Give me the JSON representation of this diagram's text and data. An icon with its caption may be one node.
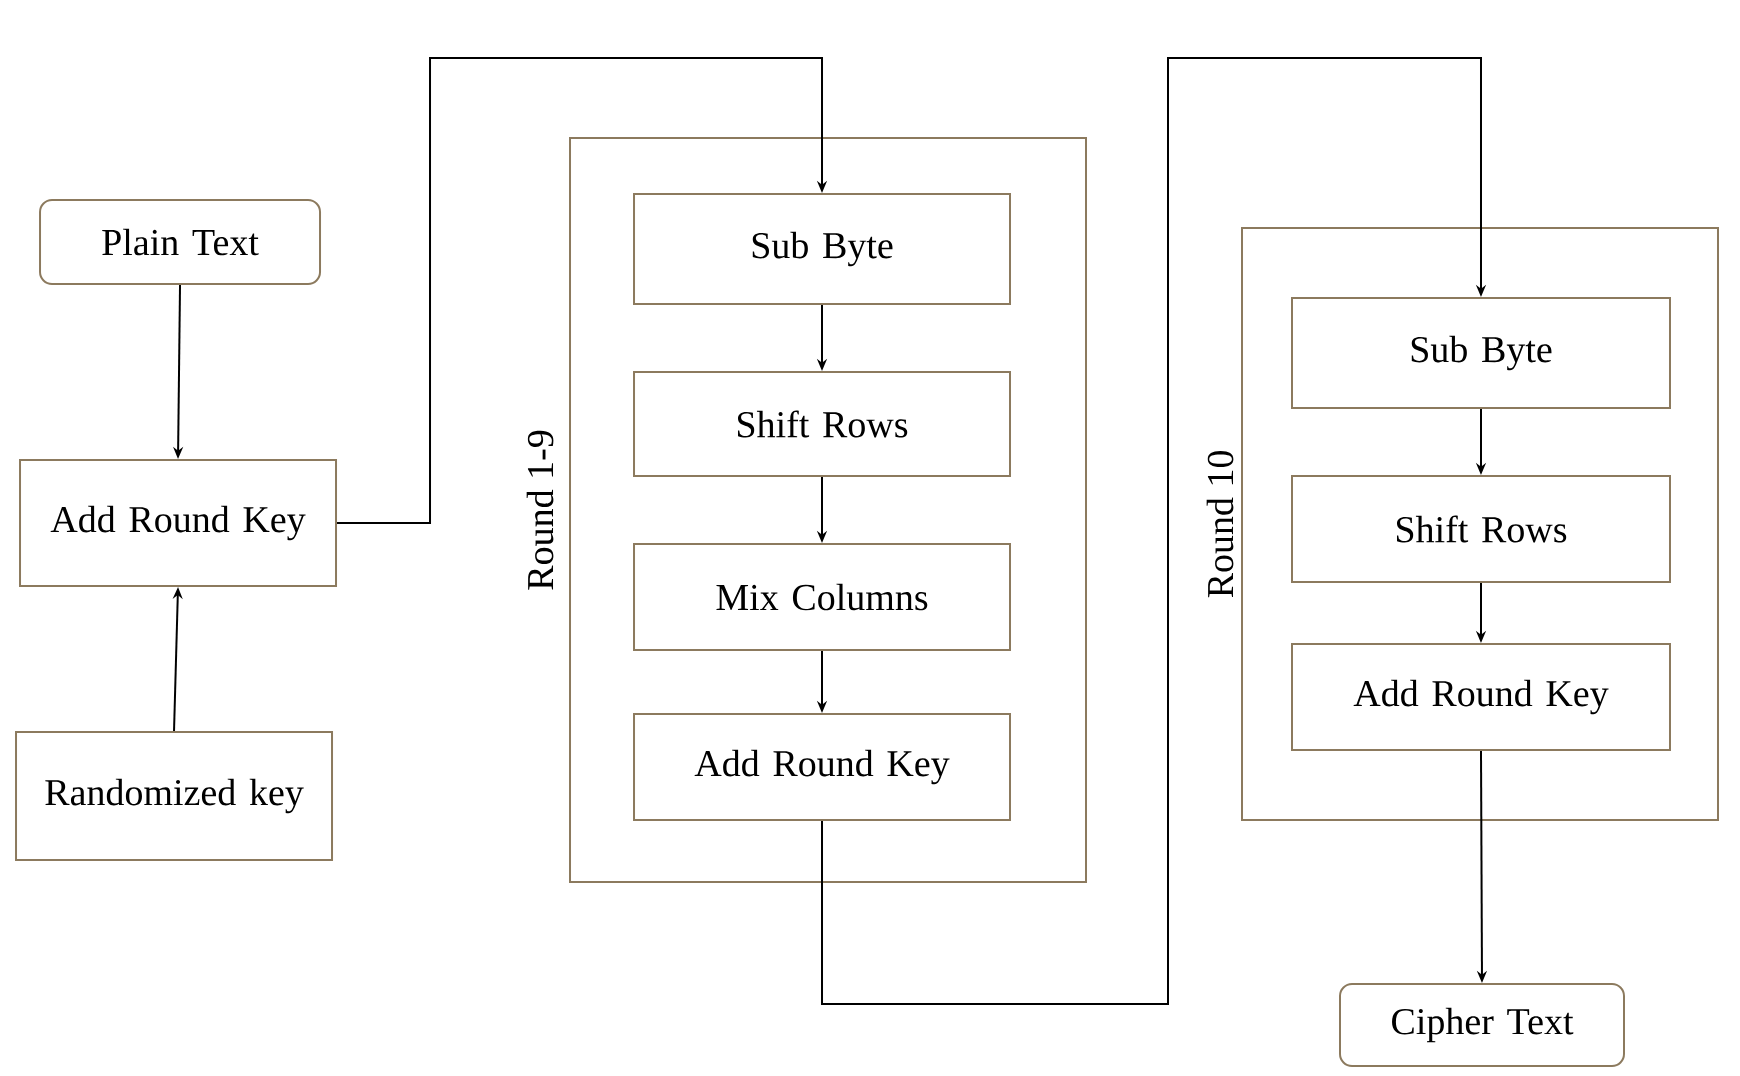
{
  "diagram": {
    "nodes": [
      {
        "text": [
          "Plain Text"
        ]
      },
      {
        "text": [
          "Add Round Key"
        ]
      },
      {
        "text": [
          "Randomized key"
        ]
      },
      {
        "text": [
          "Round 1-9"
        ]
      },
      {
        "text": [
          "Sub Byte"
        ],
        "in": 3
      },
      {
        "text": [
          "Shift Rows"
        ],
        "in": 3
      },
      {
        "text": [
          "Mix Columns"
        ],
        "in": 3
      },
      {
        "text": [
          "Add Round Key"
        ],
        "in": 3
      },
      {
        "text": [
          "Round 10"
        ]
      },
      {
        "text": [
          "Sub Byte"
        ],
        "in": 8
      },
      {
        "text": [
          "Shift Rows"
        ],
        "in": 8
      },
      {
        "text": [
          "Add Round Key"
        ],
        "in": 8
      },
      {
        "text": [
          "Cipher Text"
        ]
      }
    ],
    "edges": [
      {
        "from": 0,
        "to": 1,
        "arrow": "to"
      },
      {
        "from": 2,
        "to": 1,
        "arrow": "to"
      },
      {
        "from": 1,
        "to": 4,
        "arrow": "to"
      },
      {
        "from": 4,
        "to": 5,
        "arrow": "to"
      },
      {
        "from": 5,
        "to": 6,
        "arrow": "to"
      },
      {
        "from": 6,
        "to": 7,
        "arrow": "to"
      },
      {
        "from": 7,
        "to": 9,
        "arrow": "to"
      },
      {
        "from": 9,
        "to": 10,
        "arrow": "to"
      },
      {
        "from": 10,
        "to": 11,
        "arrow": "to"
      },
      {
        "from": 11,
        "to": 12,
        "arrow": "to"
      }
    ]
  }
}
